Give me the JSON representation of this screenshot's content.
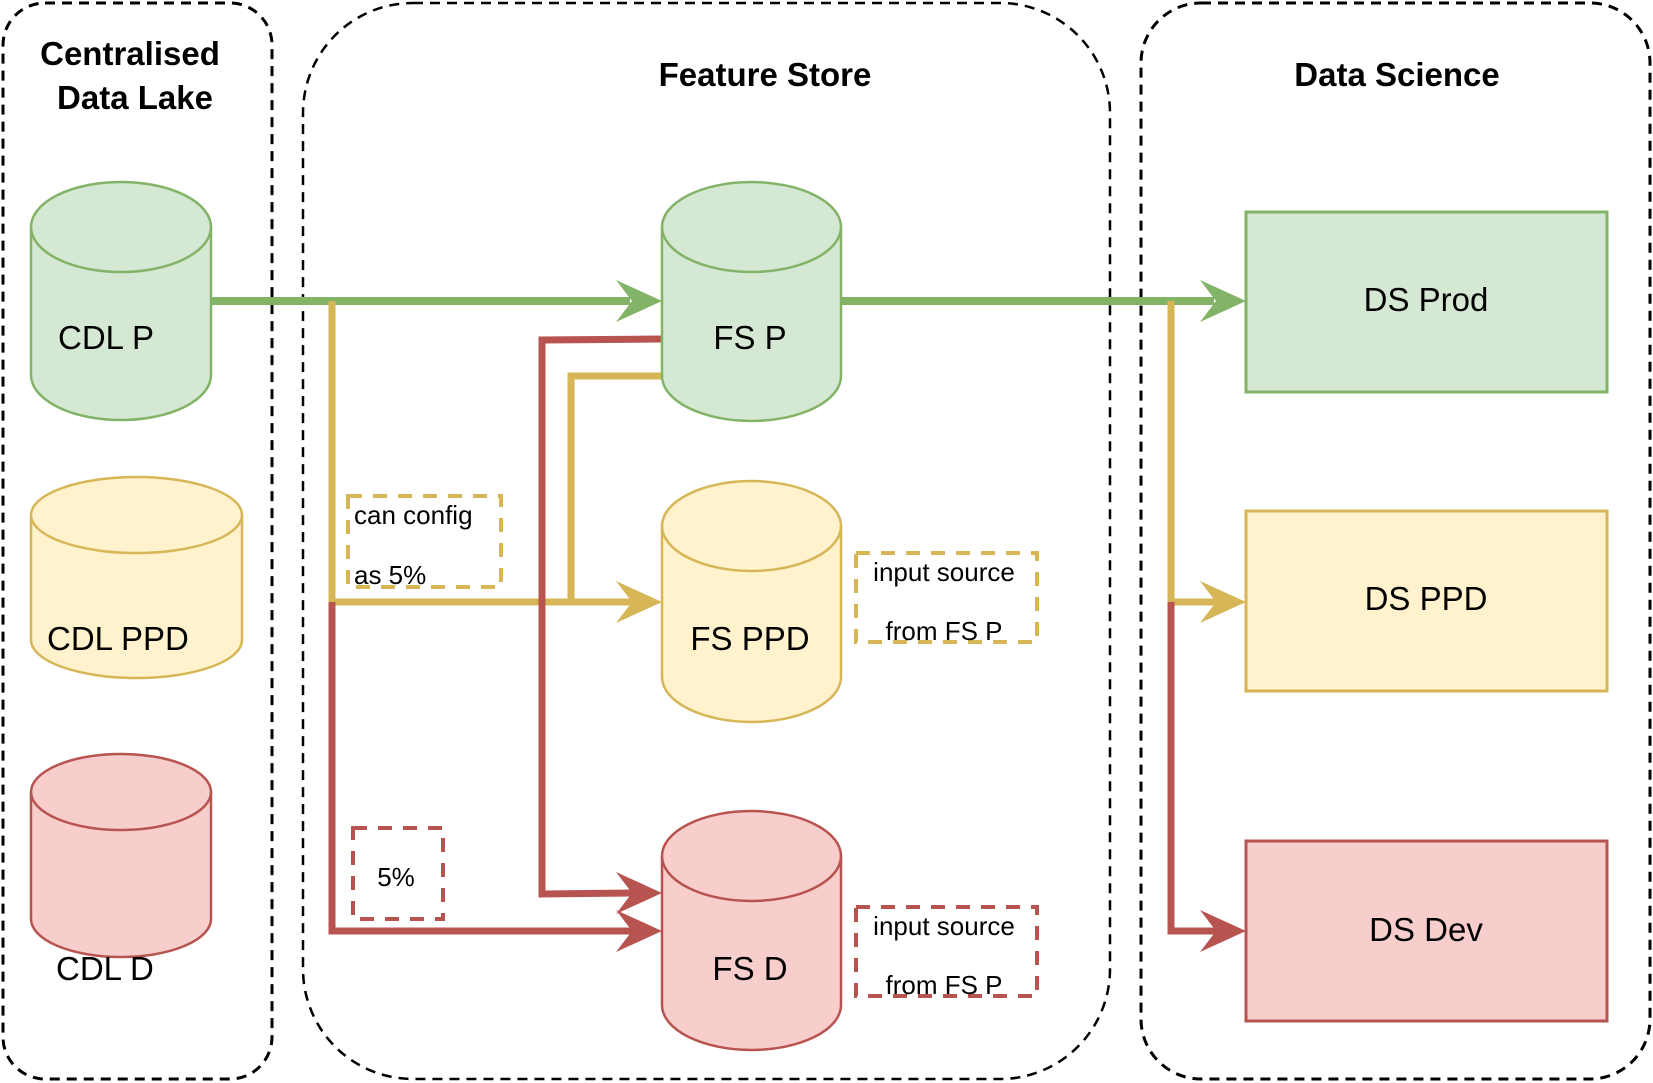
{
  "colors": {
    "green_fill": "#d5e8d4",
    "green_stroke": "#82b366",
    "yellow_fill": "#fff2cc",
    "yellow_stroke": "#d6b656",
    "red_fill": "#f8cecc",
    "red_stroke": "#b85450",
    "border": "#000000"
  },
  "containers": {
    "cdl": {
      "title_line1": "Centralised",
      "title_line2": "Data Lake"
    },
    "fs": {
      "title": "Feature Store"
    },
    "ds": {
      "title": "Data Science"
    }
  },
  "nodes": {
    "cdl_p": "CDL P",
    "cdl_ppd": "CDL PPD",
    "cdl_d": "CDL D",
    "fs_p": "FS P",
    "fs_ppd": "FS PPD",
    "fs_d": "FS D",
    "ds_prod": "DS Prod",
    "ds_ppd": "DS PPD",
    "ds_dev": "DS Dev"
  },
  "notes": {
    "config_line1": "can config",
    "config_line2": "as 5%",
    "five_percent": "5%",
    "ppd_source_line1": "input source",
    "ppd_source_line2": "from FS P",
    "d_source_line1": "input source",
    "d_source_line2": "from FS P"
  }
}
